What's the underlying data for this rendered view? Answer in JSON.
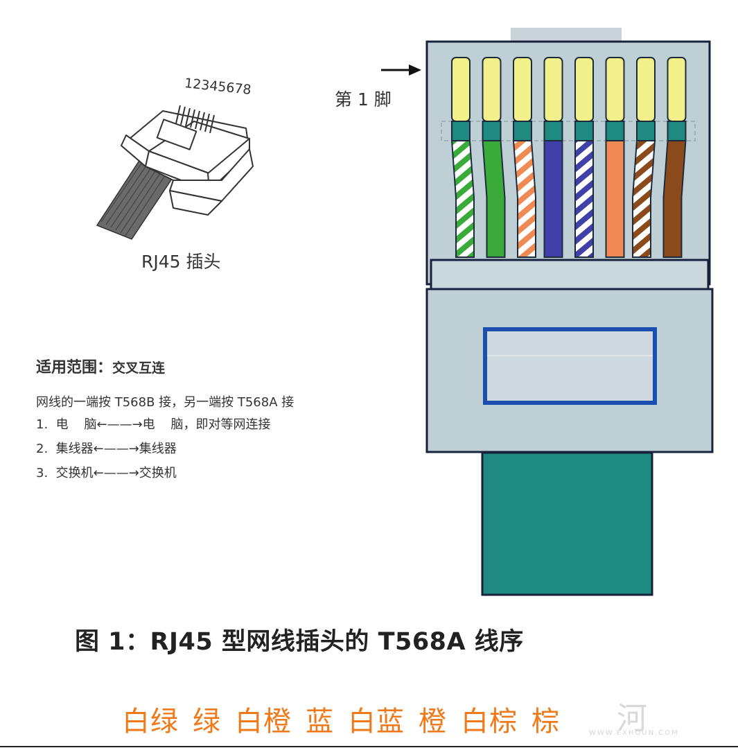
{
  "plug": {
    "pin_numbers": "12345678",
    "caption": "RJ45 插头"
  },
  "connector": {
    "pin1_label": "第 1 脚",
    "wires": [
      {
        "name": "白绿",
        "base": "#ffffff",
        "stripe": "#3aab3a"
      },
      {
        "name": "绿",
        "base": "#3aab3a",
        "stripe": null
      },
      {
        "name": "白橙",
        "base": "#ffffff",
        "stripe": "#ef8a55"
      },
      {
        "name": "蓝",
        "base": "#4040a8",
        "stripe": null
      },
      {
        "name": "白蓝",
        "base": "#ffffff",
        "stripe": "#4040a8"
      },
      {
        "name": "橙",
        "base": "#ef8a55",
        "stripe": null
      },
      {
        "name": "白棕",
        "base": "#ffffff",
        "stripe": "#8b4a1c"
      },
      {
        "name": "棕",
        "base": "#8b4a1c",
        "stripe": null
      }
    ],
    "colors": {
      "body": "#bfcfd6",
      "contact": "#f2f08a",
      "contact_band": "#1f8a80",
      "latch_window": "#1a4fb0",
      "cable": "#1f8a80"
    }
  },
  "scope": {
    "title": "适用范围：",
    "value": "交叉互连",
    "lines": [
      "网线的一端按 T568B 接，另一端按 T568A 接",
      "1.  电    脑←——→电    脑，即对等网连接",
      "2.  集线器←——→集线器",
      "3.  交换机←——→交换机"
    ]
  },
  "figure_caption": "图 1：RJ45 型网线插头的 T568A 线序",
  "order": [
    "白绿",
    "绿",
    "白橙",
    "蓝",
    "白蓝",
    "橙",
    "白棕",
    "棕"
  ],
  "watermark": {
    "mark": "河",
    "url": "WWW.EXHOUN.COM"
  }
}
